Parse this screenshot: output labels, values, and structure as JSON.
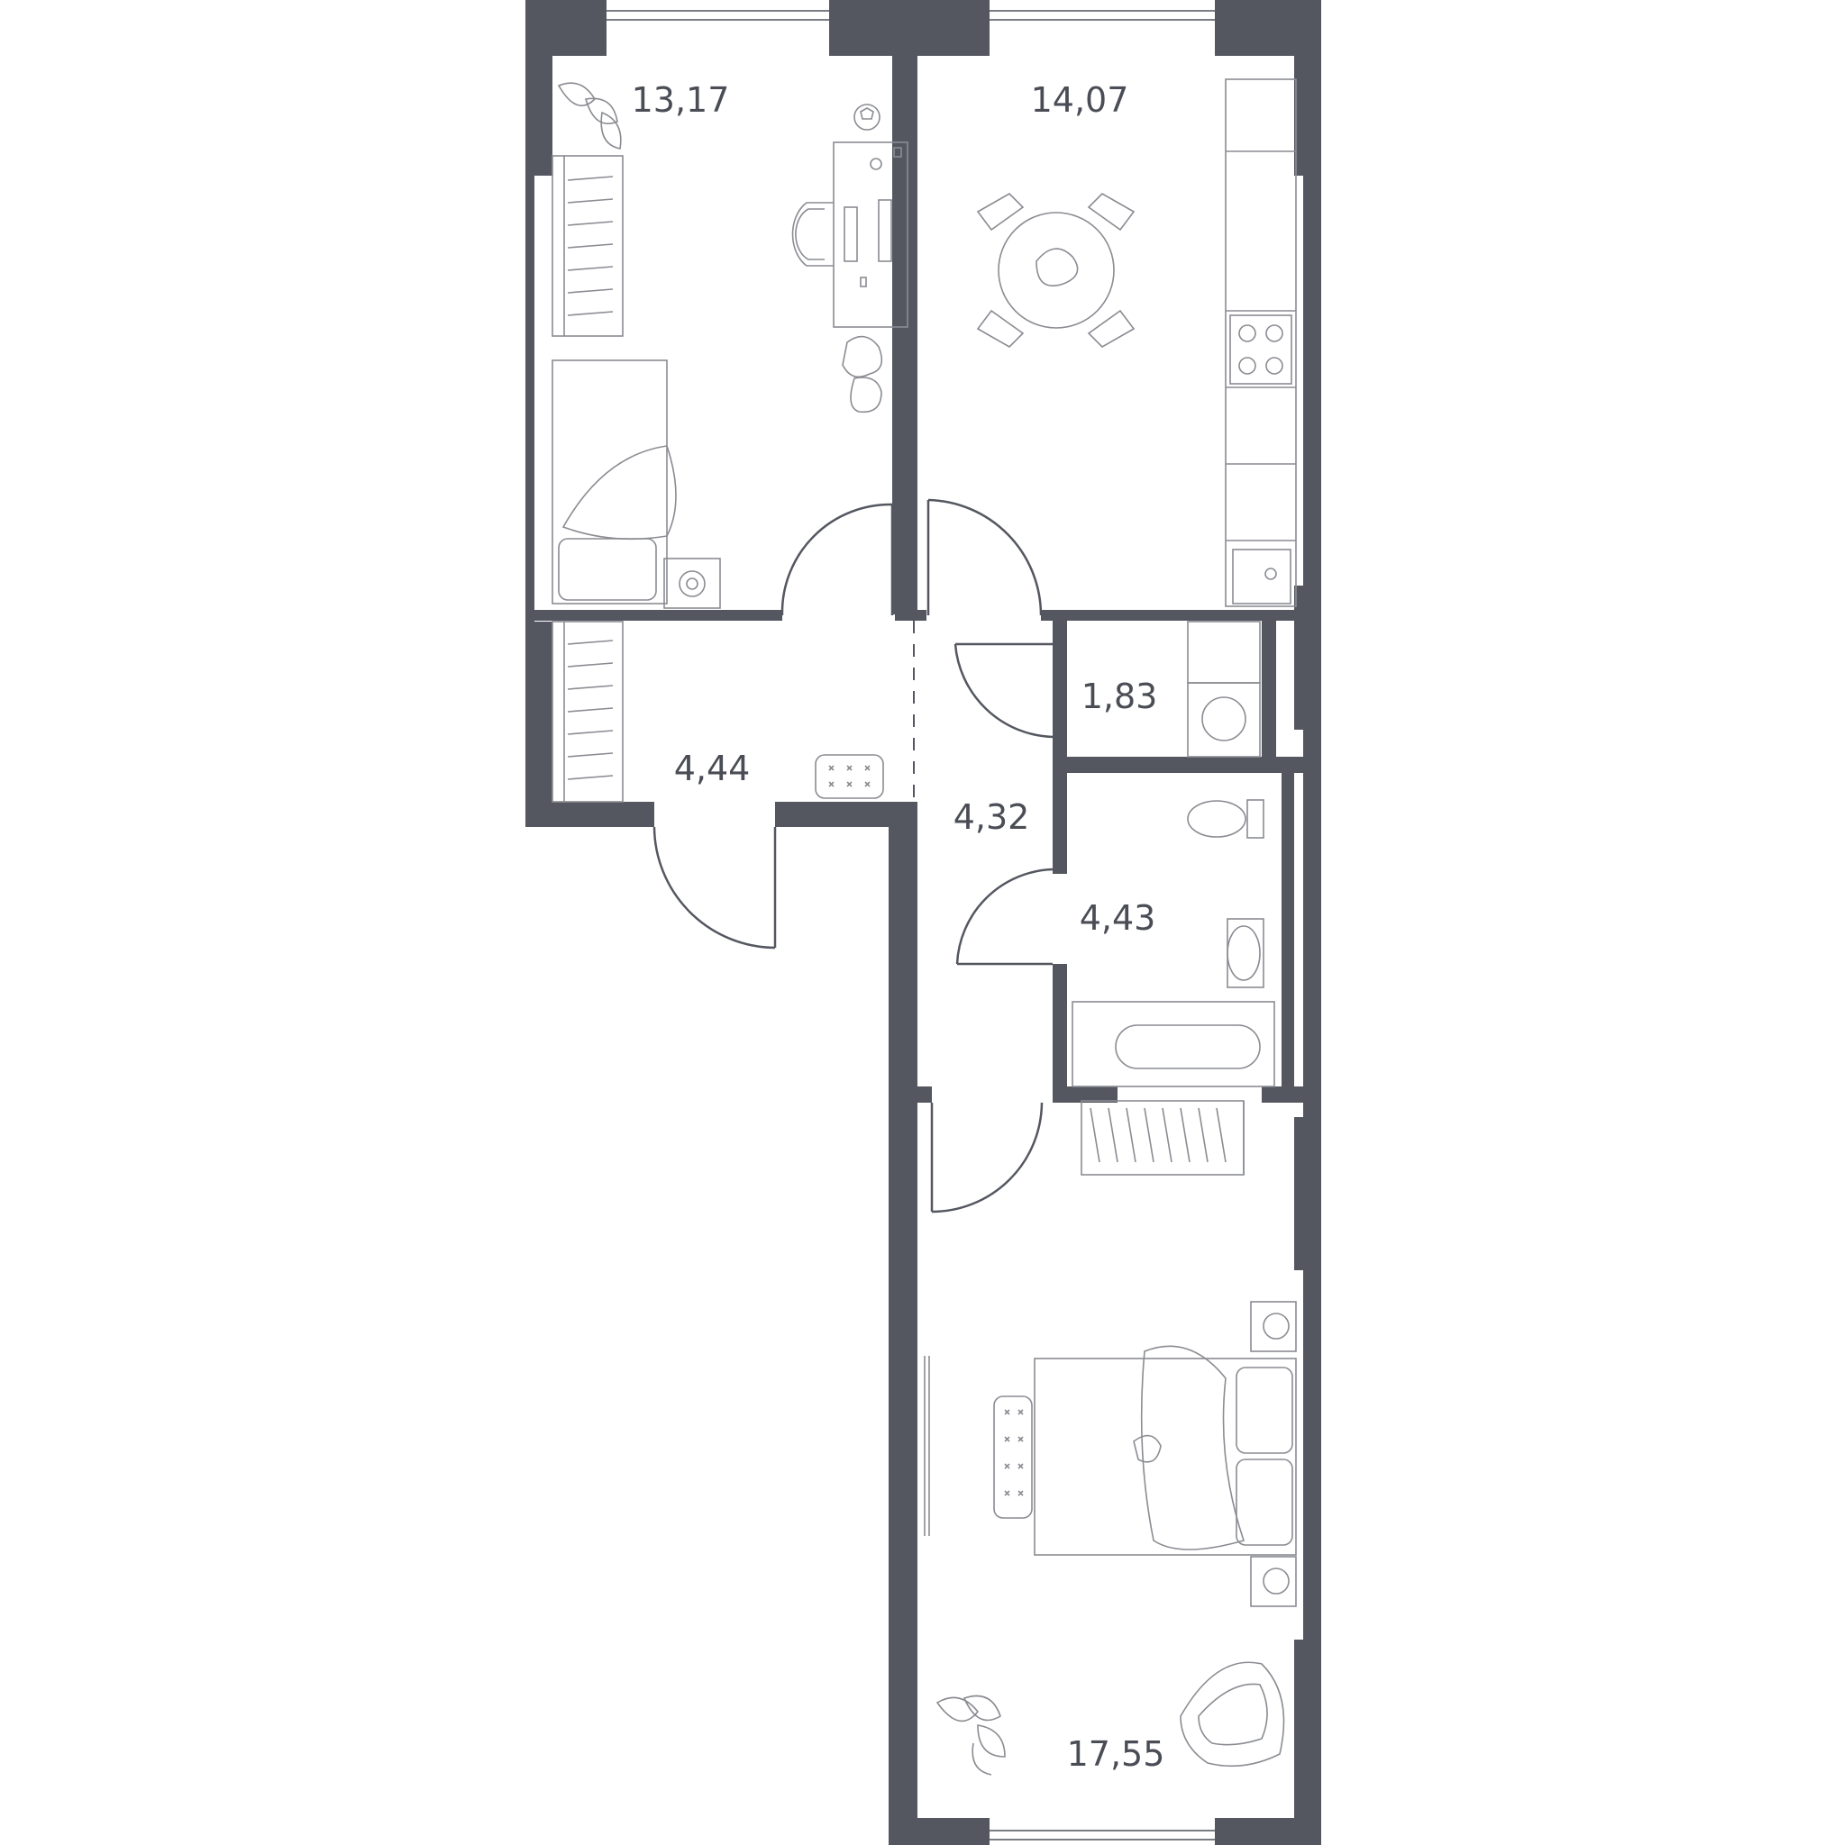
{
  "plan": {
    "wall_color": "#545760",
    "rooms": [
      {
        "id": "bedroom-small",
        "area": "13,17"
      },
      {
        "id": "kitchen",
        "area": "14,07"
      },
      {
        "id": "wc",
        "area": "1,83"
      },
      {
        "id": "hall-left",
        "area": "4,44"
      },
      {
        "id": "corridor",
        "area": "4,32"
      },
      {
        "id": "bathroom",
        "area": "4,43"
      },
      {
        "id": "bedroom-large",
        "area": "17,55"
      }
    ],
    "icons": [
      "plant-icon",
      "ball-icon",
      "desk-icon",
      "chair-icon",
      "toys-icon",
      "bed-icon",
      "dining-table-icon",
      "stove-icon",
      "sink-icon",
      "washing-machine-icon",
      "toilet-icon",
      "washbasin-icon",
      "bathtub-icon",
      "wardrobe-icon",
      "double-bed-icon",
      "armchair-icon",
      "nightstand-icon",
      "rug-icon"
    ]
  }
}
